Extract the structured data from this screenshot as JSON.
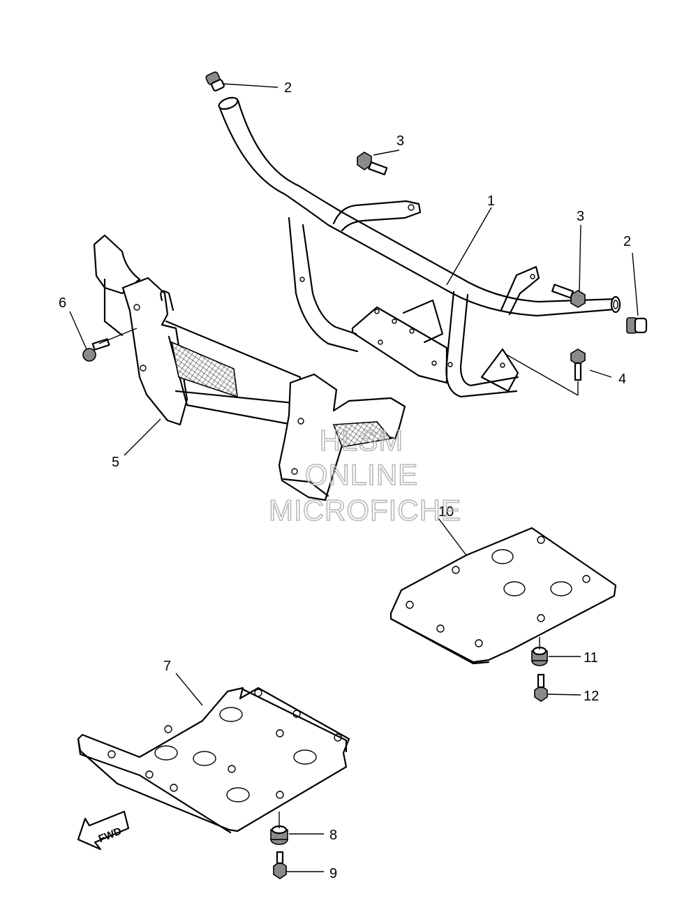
{
  "callouts": [
    "1",
    "2",
    "2",
    "3",
    "3",
    "4",
    "5",
    "6",
    "7",
    "8",
    "9",
    "10",
    "11",
    "12"
  ],
  "watermark": [
    "HLSM",
    "ONLINE",
    "MICROFICHE"
  ],
  "direction_label": "FWD"
}
